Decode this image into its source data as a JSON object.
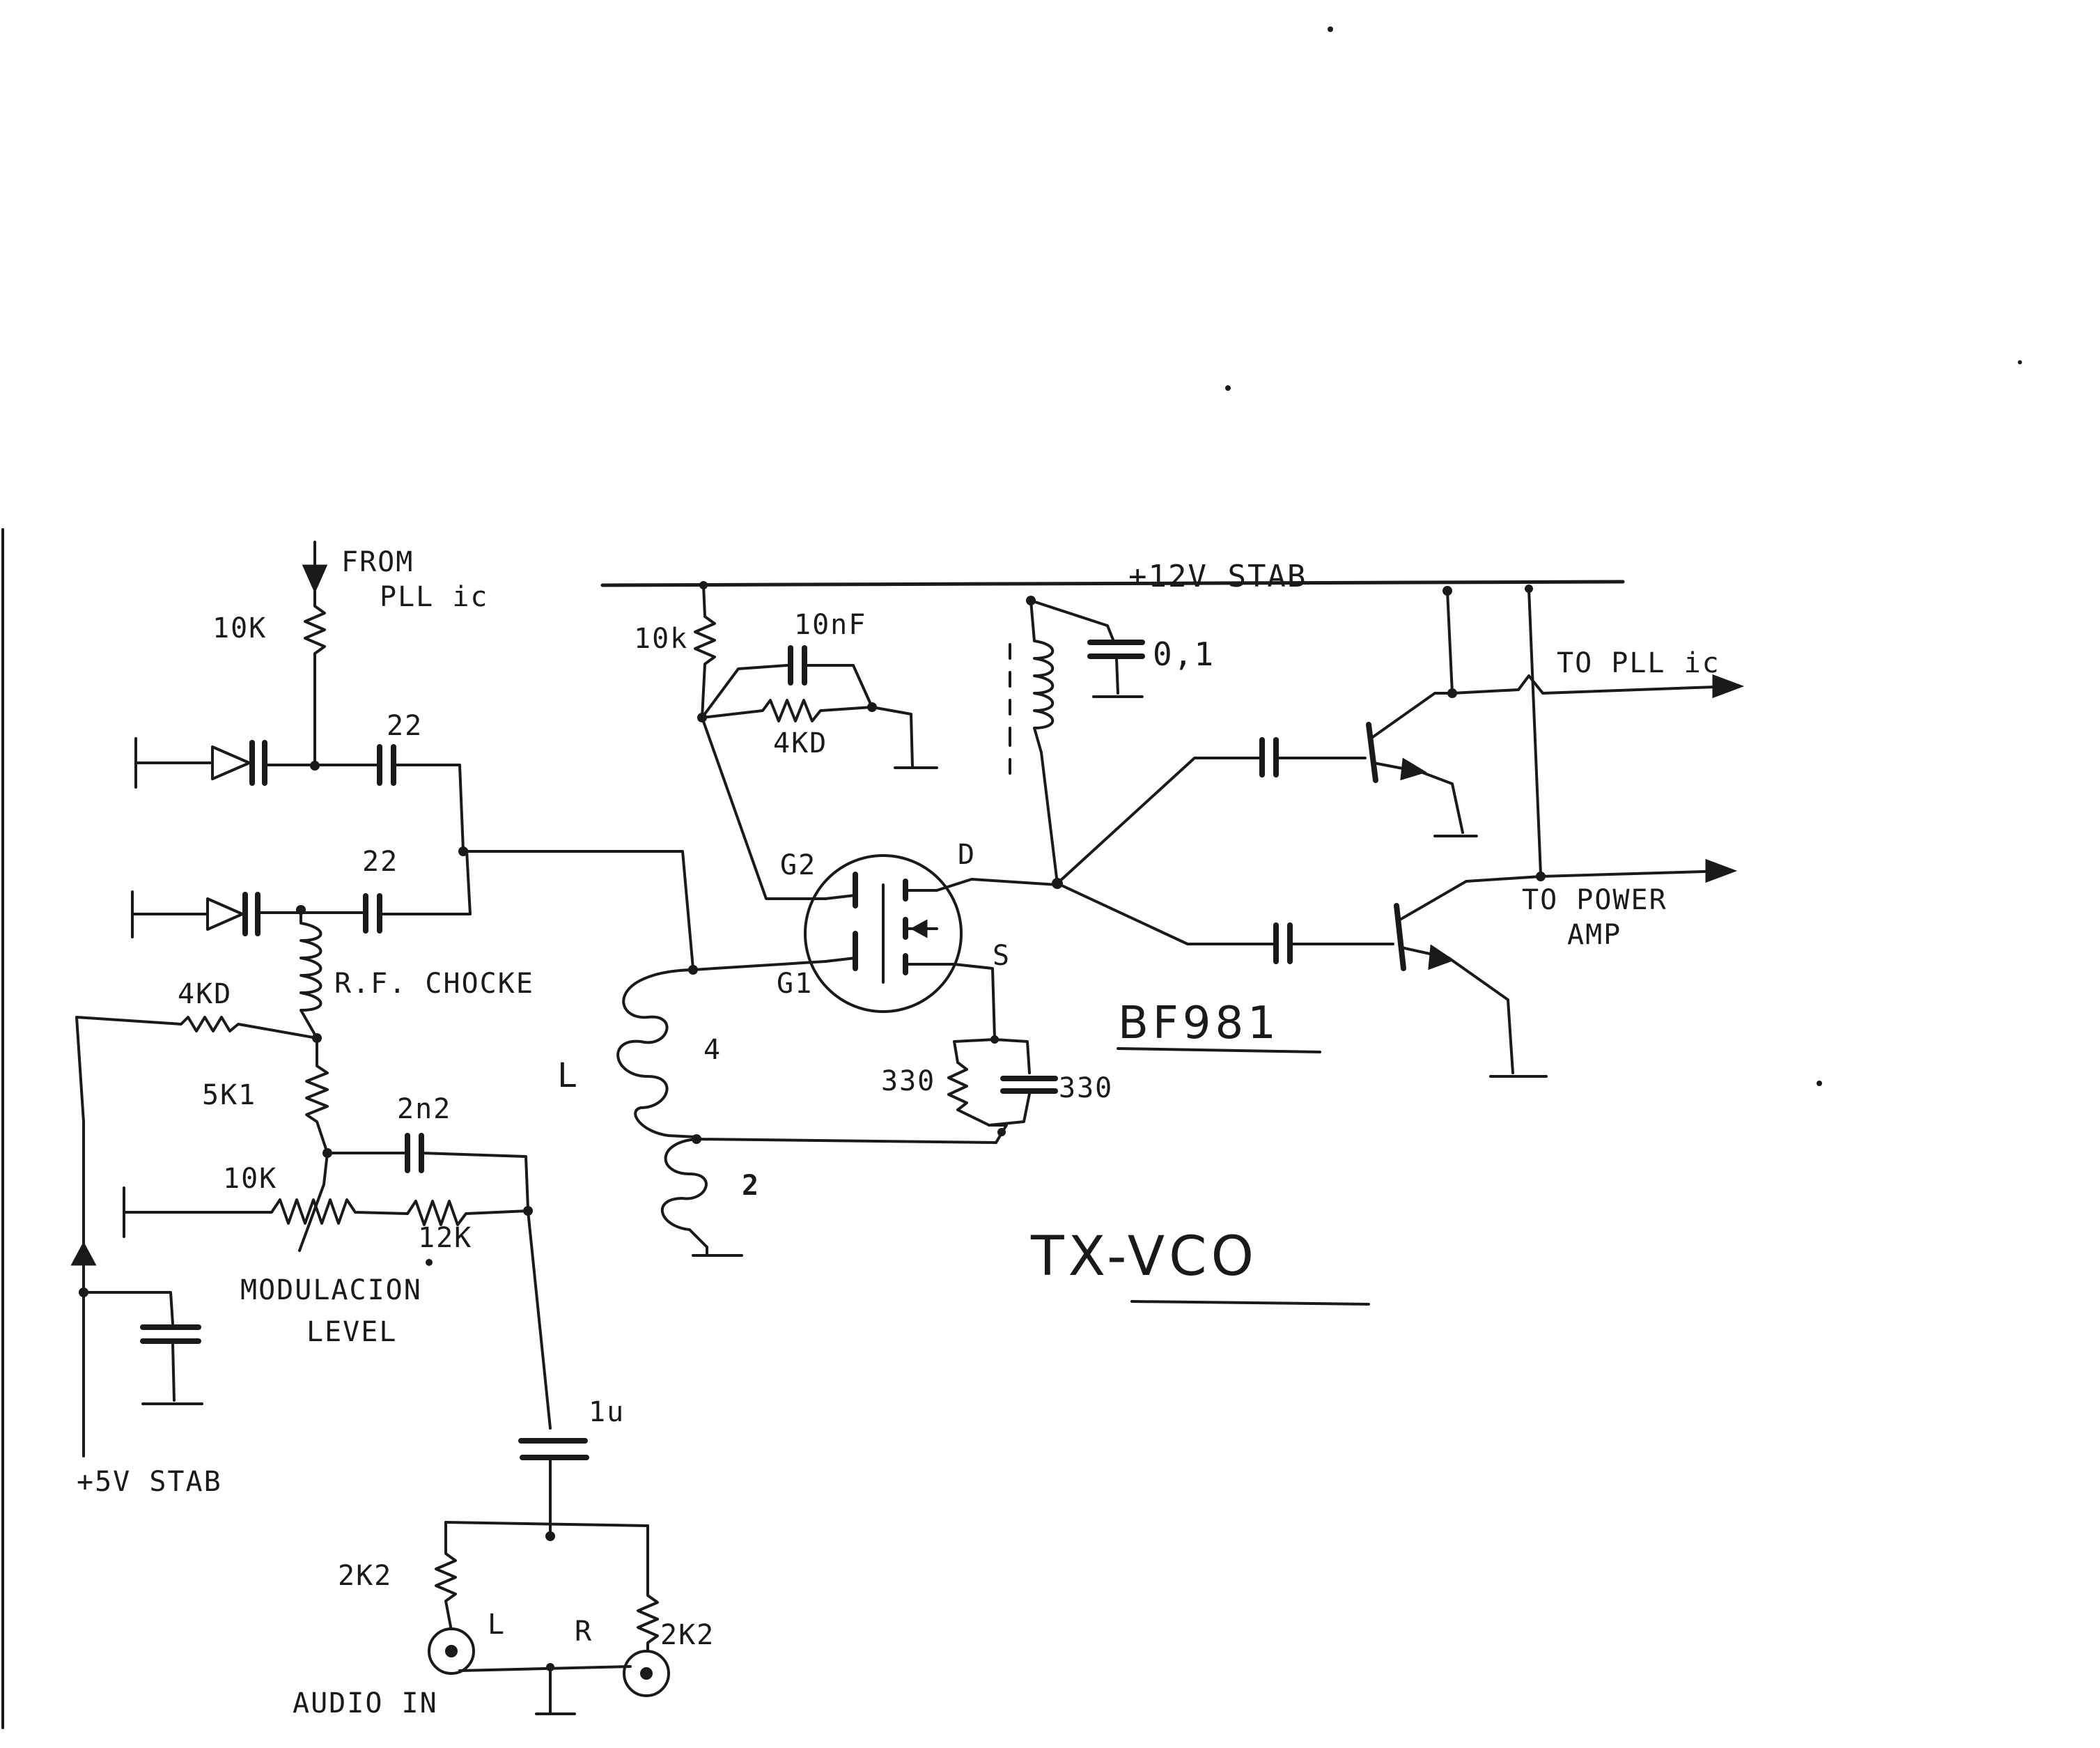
{
  "labels": {
    "from_pll_1": "FROM",
    "from_pll_2": "PLL ic",
    "r_10k_top": "10K",
    "c_22_top": "22",
    "c_22_mid": "22",
    "r_4k7_left": "4KD",
    "rf_choke": "R.F. CHOCKE",
    "r_5k1": "5K1",
    "c_2n2": "2n2",
    "r_10k_pot": "10K",
    "r_12k": "12K",
    "mod_level_1": "MODULACION",
    "mod_level_2": "LEVEL",
    "plus5v": "+5V STAB",
    "c_1u": "1u",
    "r_2k2_l": "2K2",
    "r_2k2_r": "2K2",
    "chan_l": "L",
    "chan_r": "R",
    "audio_in": "AUDIO IN",
    "plus12v": "+12V STAB",
    "r_10k_g2": "10k",
    "c_10nf": "10nF",
    "r_4k7_g2": "4KD",
    "c_0_1": "0,1",
    "pin_g2": "G2",
    "pin_d": "D",
    "pin_g1": "G1",
    "pin_s": "S",
    "coil_l": "L",
    "coil_4": "4",
    "coil_2": "2",
    "r_330": "330",
    "c_330": "330",
    "fet_part": "BF981",
    "to_pll": "TO PLL ic",
    "to_power_1": "TO POWER",
    "to_power_2": "AMP",
    "title": "TX-VCO"
  }
}
